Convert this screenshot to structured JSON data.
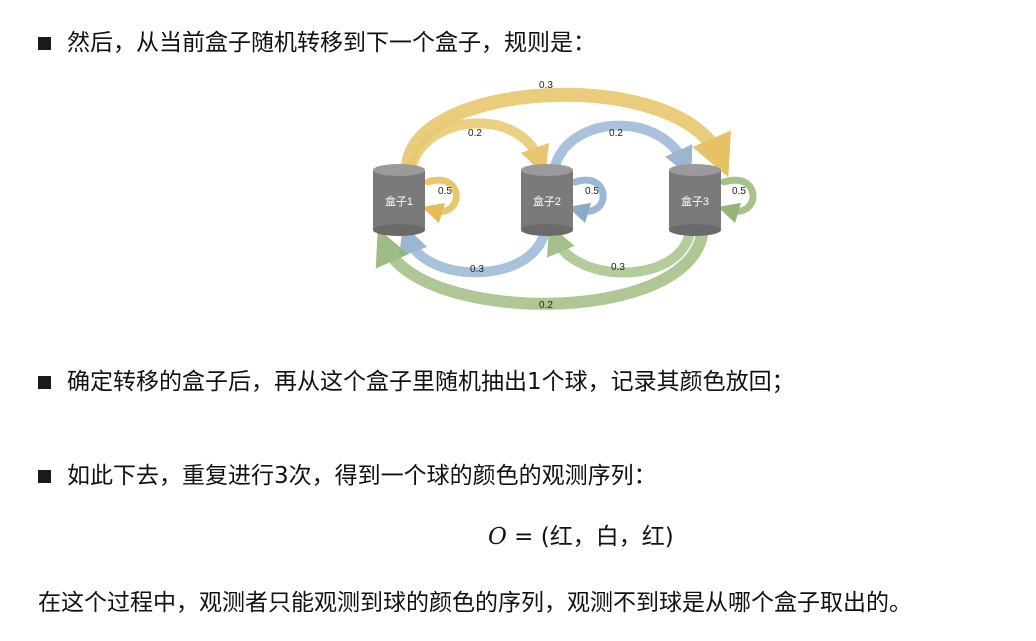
{
  "bullets": [
    "然后，从当前盒子随机转移到下一个盒子，规则是：",
    "确定转移的盒子后，再从这个盒子里随机抽出1个球，记录其颜色放回；",
    "如此下去，重复进行3次，得到一个球的颜色的观测序列："
  ],
  "formula": {
    "symbol": "O",
    "rest": " = (红，白，红)"
  },
  "footer": "在这个过程中，观测者只能观测到球的颜色的序列，观测不到球是从哪个盒子取出的。",
  "diagram": {
    "boxes": [
      "盒子1",
      "盒子2",
      "盒子3"
    ],
    "transitions": {
      "b1_to_b3": "0.3",
      "b1_to_b2": "0.2",
      "b2_to_b3": "0.2",
      "b1_self": "0.5",
      "b2_self": "0.5",
      "b3_self": "0.5",
      "b2_to_b1": "0.3",
      "b3_to_b2": "0.3",
      "b3_to_b1": "0.2"
    },
    "colors": {
      "box1_out": "#e8c86e",
      "box2_out": "#9bb7d4",
      "box3_out": "#a7c28a",
      "cylinder": "#7a7a7a"
    }
  }
}
